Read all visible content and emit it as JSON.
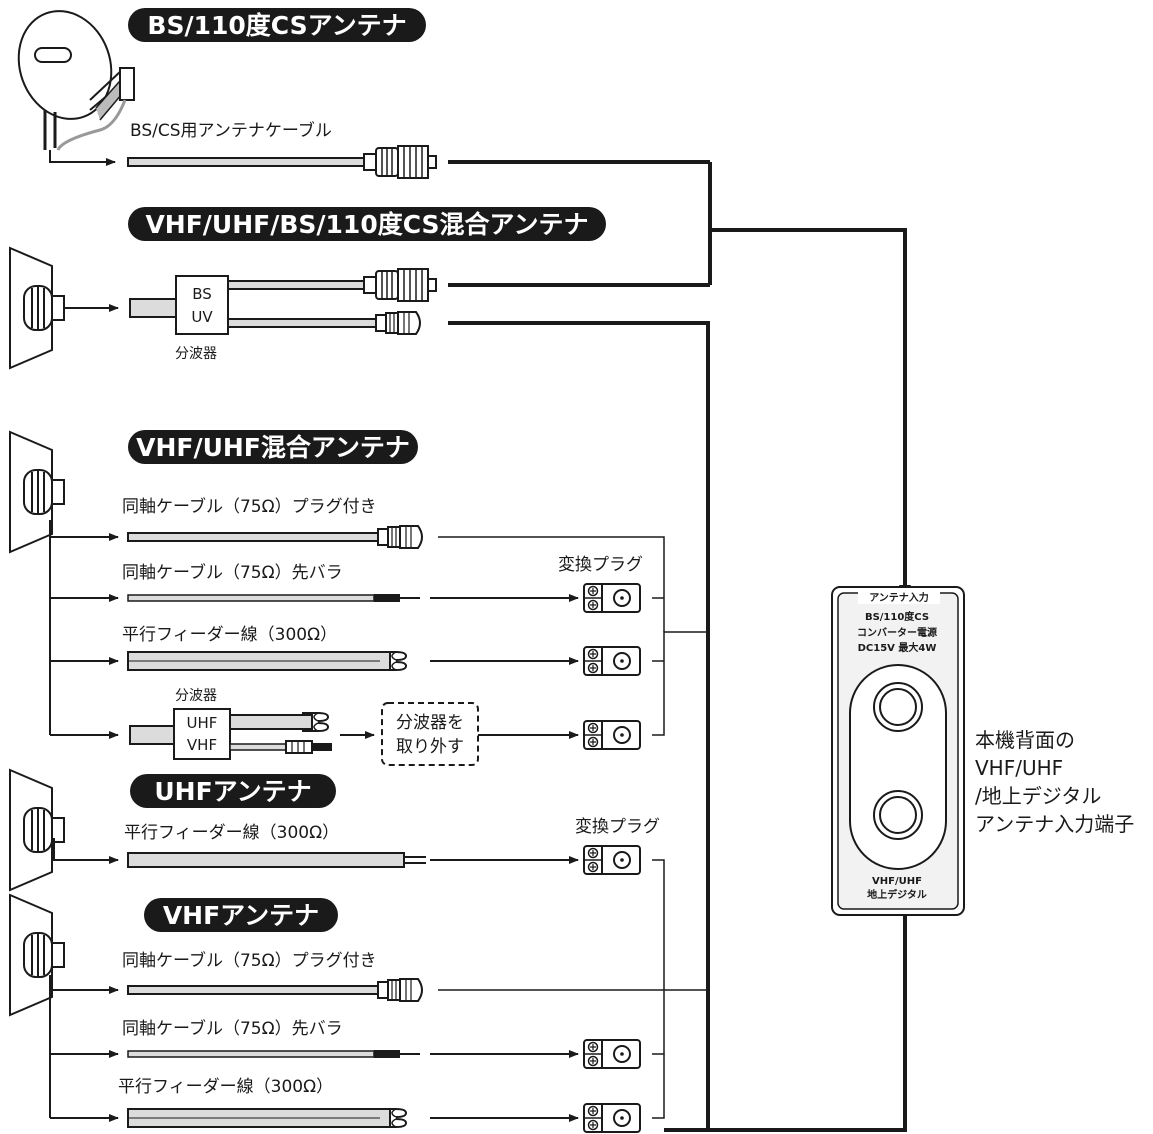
{
  "antennas": {
    "bs_cs": "BS/110度CSアンテナ",
    "mixed_all": "VHF/UHF/BS/110度CS混合アンテナ",
    "vhf_uhf": "VHF/UHF混合アンテナ",
    "uhf": "UHFアンテナ",
    "vhf": "VHFアンテナ"
  },
  "cables": {
    "bscs_cable": "BS/CS用アンテナケーブル",
    "coax_plug": "同軸ケーブル（75Ω）プラグ付き",
    "coax_bare": "同軸ケーブル（75Ω）先バラ",
    "feeder_300": "平行フィーダー線（300Ω）"
  },
  "splitter": {
    "name": "分波器",
    "bs": "BS",
    "uv": "UV",
    "uhf": "UHF",
    "vhf": "VHF",
    "remove_line1": "分波器を",
    "remove_line2": "取り外す"
  },
  "adapter": {
    "name": "変換プラグ"
  },
  "terminal": {
    "header": "アンテナ入力",
    "line1": "BS/110度CS",
    "line2": "コンバーター電源",
    "line3": "DC15V 最大4W",
    "bottom1": "VHF/UHF",
    "bottom2": "地上デジタル"
  },
  "side_note": {
    "line1": "本機背面の",
    "line2": "VHF/UHF",
    "line3": "/地上デジタル",
    "line4": "アンテナ入力端子"
  },
  "colors": {
    "pill": "#1a1a1a",
    "line": "#1a1a1a",
    "cable_fill": "#dcdcdc",
    "terminal_fill": "#f2f2f2"
  }
}
